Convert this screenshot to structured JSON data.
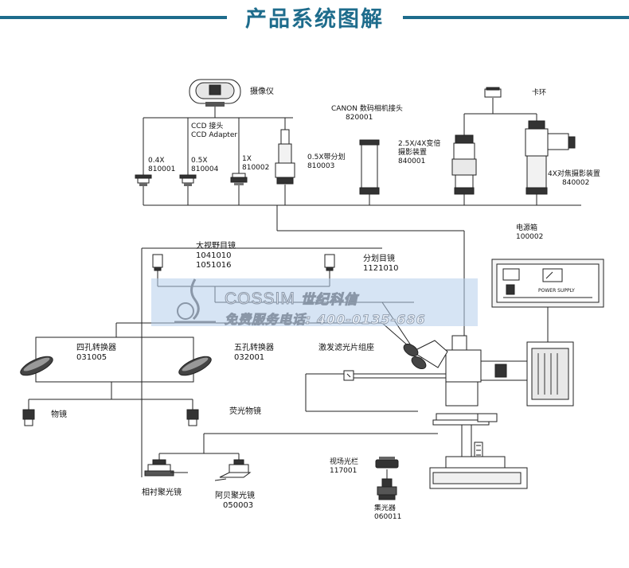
{
  "title": "产品系统图解",
  "colors": {
    "title": "#1e6c8c",
    "line": "#222222",
    "watermark": "#b4cdeb"
  },
  "labels": {
    "camera": "摄像仪",
    "ccd": {
      "line1": "CCD 接头",
      "line2": "CCD Adapter"
    },
    "a04x": {
      "name": "0.4X",
      "code": "810001"
    },
    "a05x": {
      "name": "0.5X",
      "code": "810004"
    },
    "a1x": {
      "name": "1X",
      "code": "810002"
    },
    "a05xdiv": {
      "name": "0.5X带分划",
      "code": "810003"
    },
    "canon": {
      "name": "CANON 数码相机接头",
      "code": "820001"
    },
    "zoom": {
      "line1": "2.5X/4X变倍",
      "line2": "摄影装置",
      "code": "840001"
    },
    "ring": "卡环",
    "focus4x": {
      "name": "4X对焦摄影装置",
      "code": "840002"
    },
    "power": {
      "name": "电源箱",
      "code": "100002"
    },
    "eyepiece_wide": {
      "name": "大视野目镜",
      "code1": "1041010",
      "code2": "1051016"
    },
    "eyepiece_div": {
      "name": "分划目镜",
      "code": "1121010"
    },
    "nose4": {
      "name": "四孔转换器",
      "code": "031005"
    },
    "nose5": {
      "name": "五孔转换器",
      "code": "032001"
    },
    "filter": "激发滤光片组座",
    "objective": "物镜",
    "fluor_obj": "荧光物镜",
    "field_stop": {
      "name": "视场光栏",
      "code": "117001"
    },
    "phase_cond": "相衬聚光镜",
    "abbe_cond": {
      "name": "阿贝聚光镜",
      "code": "050003"
    },
    "condenser": {
      "name": "集光器",
      "code": "060011"
    },
    "power_panel": "POWER SUPPLY"
  },
  "watermark": {
    "brand": "COSSIM",
    "brand_cn": "世纪科信",
    "hotline": "免费服务电话: 400-0135-686"
  }
}
